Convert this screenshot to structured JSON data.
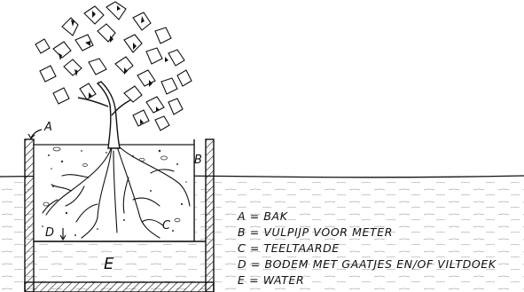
{
  "labels": {
    "a": "A",
    "b": "B",
    "c": "C",
    "d": "D",
    "e": "E"
  },
  "legend": [
    "A = BAK",
    "B = VULPIJP VOOR METER",
    "C = TEELTAARDE",
    "D = BODEM MET GAATJES EN/OF VILTDOEK",
    "E = WATER"
  ],
  "colors": {
    "ink": "#111111",
    "background": "#ffffff"
  }
}
